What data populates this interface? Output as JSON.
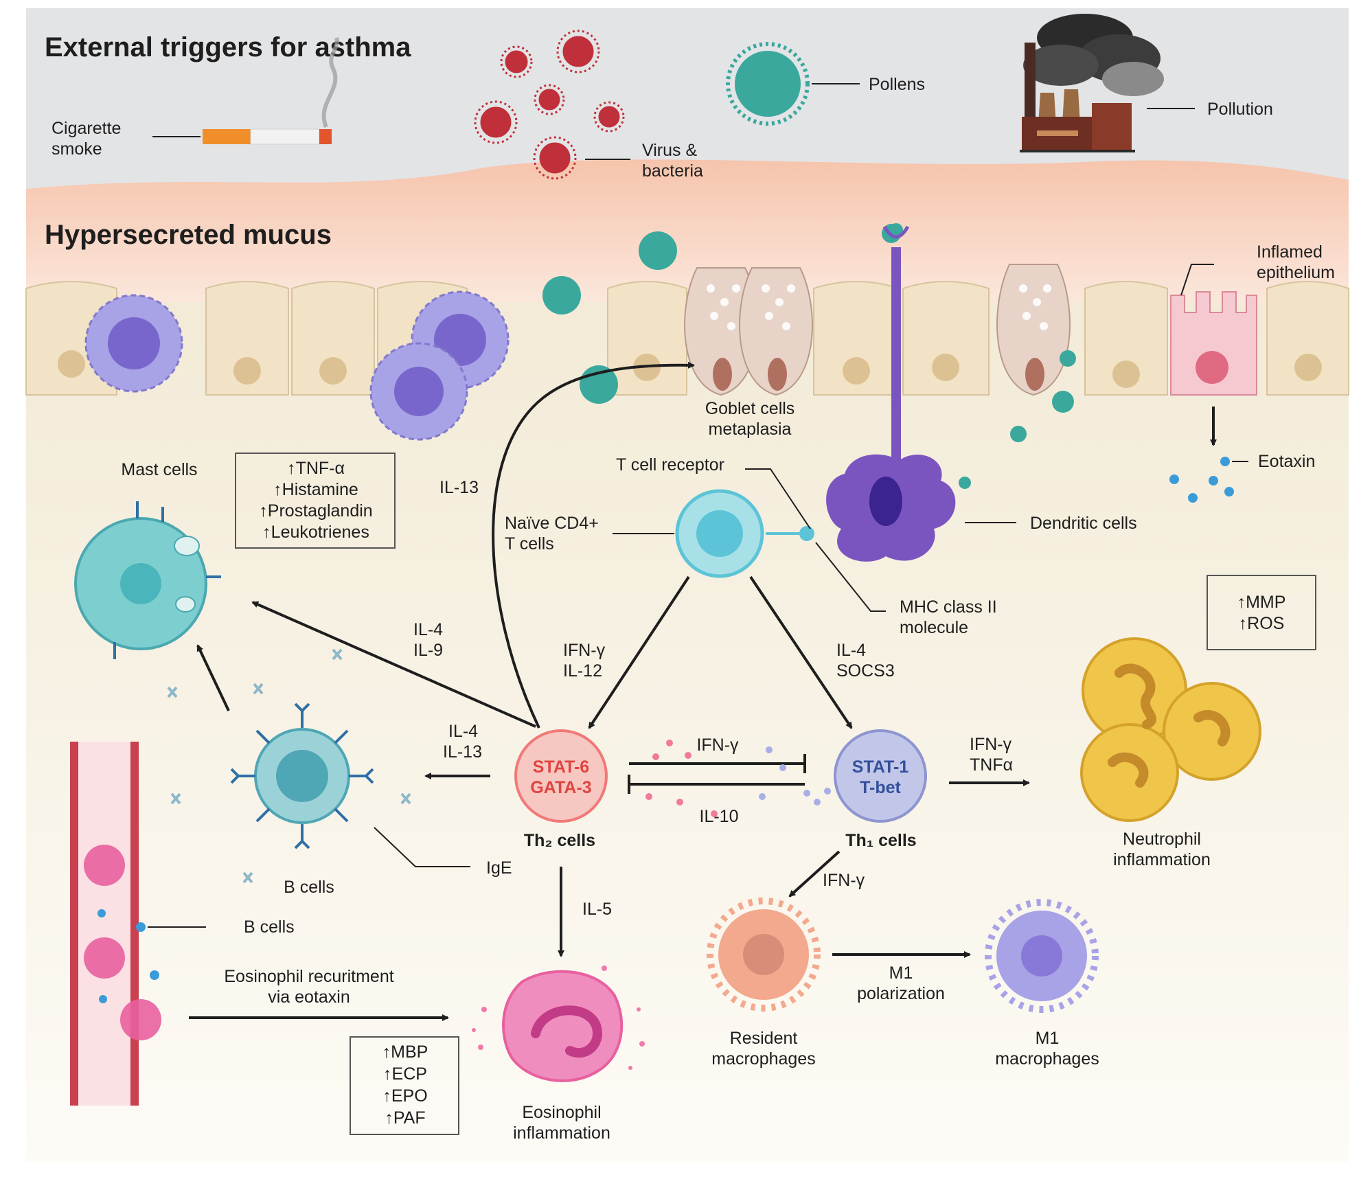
{
  "titles": {
    "triggers": "External triggers for asthma",
    "mucus": "Hypersecreted mucus"
  },
  "triggers": {
    "cigarette_1": "Cigarette",
    "cigarette_2": "smoke",
    "virus_1": "Virus &",
    "virus_2": "bacteria",
    "pollens": "Pollens",
    "pollution": "Pollution"
  },
  "epithelium": {
    "inflamed_1": "Inflamed",
    "inflamed_2": "epithelium",
    "eotaxin": "Eotaxin",
    "goblet_1": "Goblet cells",
    "goblet_2": "metaplasia"
  },
  "cells": {
    "mast": "Mast cells",
    "tcr": "T cell receptor",
    "naive_1": "Naïve CD4+",
    "naive_2": "T cells",
    "dendritic": "Dendritic cells",
    "mhc_1": "MHC class II",
    "mhc_2": "molecule",
    "th2_line1": "STAT-6",
    "th2_line2": "GATA-3",
    "th2": "Th₂ cells",
    "th1_line1": "STAT-1",
    "th1_line2": "T-bet",
    "th1": "Th₁ cells",
    "bcells_a": "B cells",
    "bcells_b": "B cells",
    "ige": "IgE",
    "neutro_1": "Neutrophil",
    "neutro_2": "inflammation",
    "resident_1": "Resident",
    "resident_2": "macrophages",
    "m1_1": "M1",
    "m1_2": "macrophages",
    "eos_1": "Eosinophil",
    "eos_2": "inflammation"
  },
  "mediators": {
    "mast_box": [
      "↑TNF-α",
      "↑Histamine",
      "↑Prostaglandin",
      "↑Leukotrienes"
    ],
    "neutro_box": [
      "↑MMP",
      "↑ROS"
    ],
    "eos_box": [
      "↑MBP",
      "↑ECP",
      "↑EPO",
      "↑PAF"
    ]
  },
  "cytokines": {
    "il13": "IL-13",
    "il4_il9_1": "IL-4",
    "il4_il9_2": "IL-9",
    "ifn_il12_1": "IFN-γ",
    "ifn_il12_2": "IL-12",
    "il4_socs_1": "IL-4",
    "il4_socs_2": "SOCS3",
    "il4_il13_1": "IL-4",
    "il4_il13_2": "IL-13",
    "ifn_top": "IFN-γ",
    "il10": "IL-10",
    "ifn_tnf_1": "IFN-γ",
    "ifn_tnf_2": "TNFα",
    "ifn_mac": "IFN-γ",
    "il5": "IL-5",
    "m1pol_1": "M1",
    "m1pol_2": "polarization",
    "eos_recruit_1": "Eosinophil recuritment",
    "eos_recruit_2": "via eotaxin"
  },
  "colors": {
    "sky": "#e2e3e5",
    "tissue": "#f4ecd9",
    "mucus": "#f6c9b3",
    "virus": "#c0303a",
    "pollen": "#3aa89c",
    "dendritic": "#7b55bf",
    "th2": "#f07a78",
    "th1": "#8d95d0",
    "naive": "#5cc4d6",
    "mast": "#7dcfcf",
    "bcell": "#4fa6b4",
    "eosinophil": "#e8609f",
    "neutrophil": "#e8b63a",
    "resident_mac": "#f2a98d",
    "m1_mac": "#9d8fe0",
    "vessel": "#c94050"
  }
}
